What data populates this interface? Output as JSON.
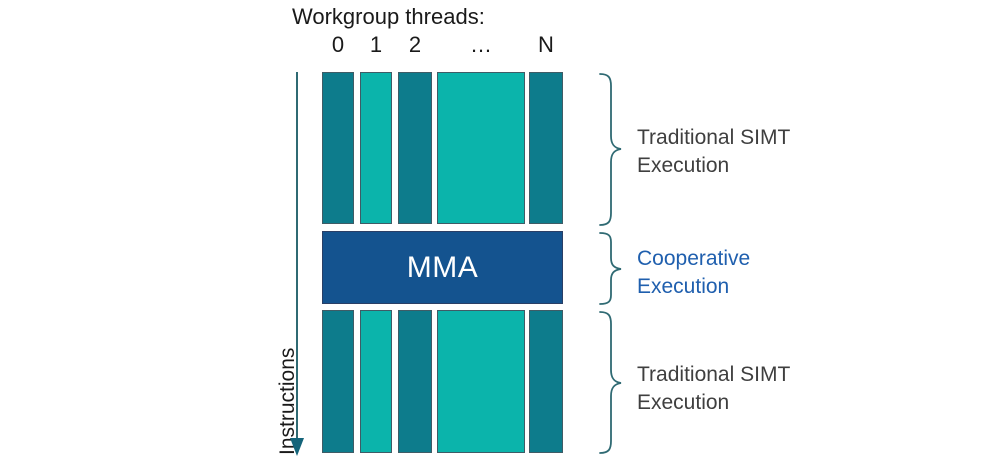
{
  "diagram": {
    "title": "Workgroup threads:",
    "axis_label": "Instructions",
    "axis_direction": "down",
    "thread_labels": [
      "0",
      "1",
      "2",
      "…",
      "N"
    ],
    "colors": {
      "bar_dark_teal": "#0d7c8c",
      "bar_light_teal": "#0bb4ab",
      "mma_blue": "#14538f",
      "bar_outline": "#3f5c66",
      "brace": "#2f6a73",
      "accent_text": "#1f5fae",
      "body_text": "#3f3f3f",
      "background": "#ffffff"
    },
    "rows": [
      {
        "id": "simt-top",
        "kind": "simt",
        "label": "Traditional SIMT\nExecution",
        "label_color": "#3f3f3f",
        "bars": [
          {
            "thread": "0",
            "shade": "dark"
          },
          {
            "thread": "1",
            "shade": "light"
          },
          {
            "thread": "2",
            "shade": "dark"
          },
          {
            "thread": "…",
            "shade": "light"
          },
          {
            "thread": "N",
            "shade": "dark"
          }
        ]
      },
      {
        "id": "cooperative",
        "kind": "cooperative",
        "block_text": "MMA",
        "label": "Cooperative\nExecution",
        "label_color": "#1f5fae"
      },
      {
        "id": "simt-bottom",
        "kind": "simt",
        "label": "Traditional SIMT\nExecution",
        "label_color": "#3f3f3f",
        "bars": [
          {
            "thread": "0",
            "shade": "dark"
          },
          {
            "thread": "1",
            "shade": "light"
          },
          {
            "thread": "2",
            "shade": "dark"
          },
          {
            "thread": "…",
            "shade": "light"
          },
          {
            "thread": "N",
            "shade": "dark"
          }
        ]
      }
    ]
  }
}
